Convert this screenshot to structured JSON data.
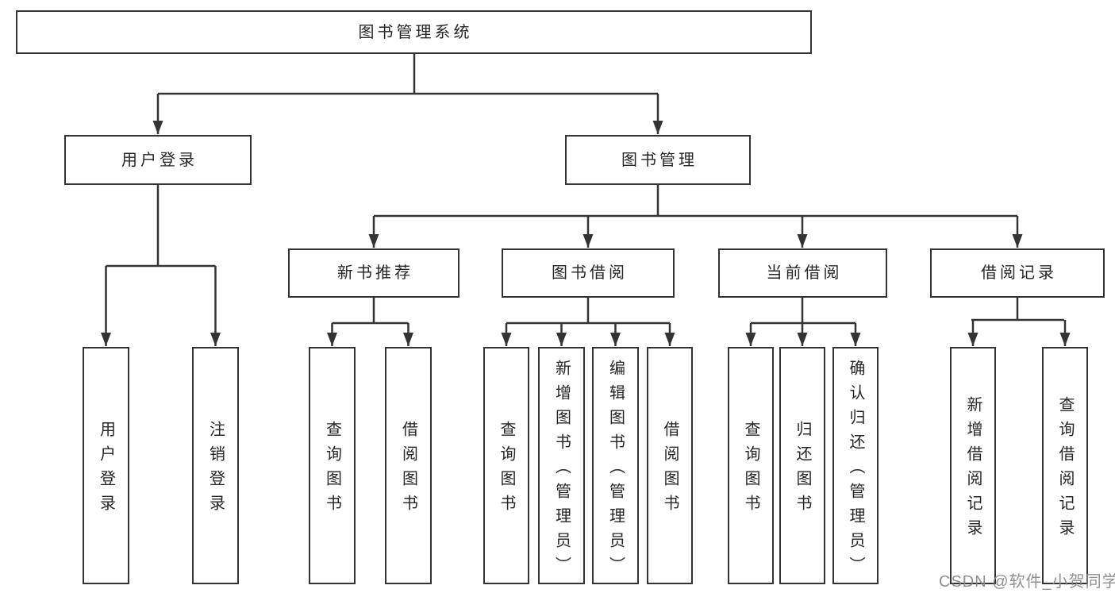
{
  "diagram": {
    "title": "图书管理系统",
    "root": {
      "label": "图书管理系统",
      "children": [
        {
          "label": "用户登录",
          "children": [
            {
              "label": "用户登录"
            },
            {
              "label": "注销登录"
            }
          ]
        },
        {
          "label": "图书管理",
          "children": [
            {
              "label": "新书推荐",
              "children": [
                {
                  "label": "查询图书"
                },
                {
                  "label": "借阅图书"
                }
              ]
            },
            {
              "label": "图书借阅",
              "children": [
                {
                  "label": "查询图书"
                },
                {
                  "label": "新增图书（管理员）"
                },
                {
                  "label": "编辑图书（管理员）"
                },
                {
                  "label": "借阅图书"
                }
              ]
            },
            {
              "label": "当前借阅",
              "children": [
                {
                  "label": "查询图书"
                },
                {
                  "label": "归还图书"
                },
                {
                  "label": "确认归还（管理员）"
                }
              ]
            },
            {
              "label": "借阅记录",
              "children": [
                {
                  "label": "新增借阅记录"
                },
                {
                  "label": "查询借阅记录"
                }
              ]
            }
          ]
        }
      ]
    }
  },
  "watermark": {
    "text": "CSDN @软件_小贺同学"
  },
  "colors": {
    "line": "#333333",
    "box_border": "#333333",
    "text": "#262626",
    "watermark": "#878787",
    "background": "#ffffff"
  }
}
